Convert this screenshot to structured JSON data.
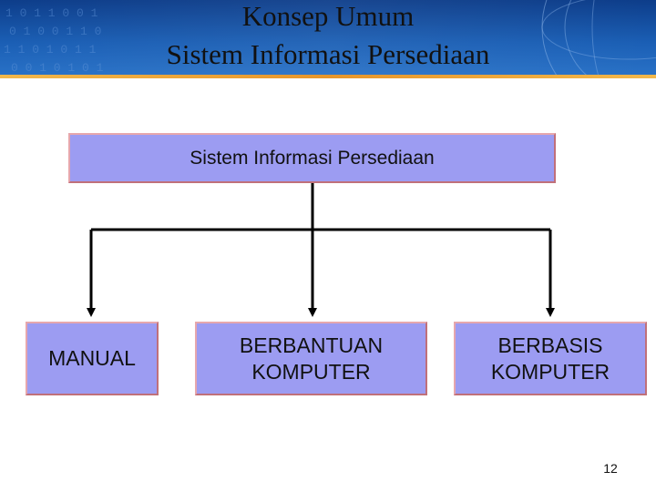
{
  "slide": {
    "title_line_1": "Konsep Umum",
    "title_line_2": "Sistem Informasi Persediaan",
    "page_number": "12"
  },
  "diagram": {
    "root": "Sistem Informasi Persediaan",
    "children": [
      {
        "label": "MANUAL"
      },
      {
        "label": "BERBANTUAN\nKOMPUTER"
      },
      {
        "label": "BERBASIS\nKOMPUTER"
      }
    ]
  },
  "colors": {
    "box_fill": "#9c9cf2",
    "box_border": "#c0707a",
    "connector": "#000000",
    "header_blue": "#1b5fb5",
    "header_accent": "#e8962a"
  }
}
